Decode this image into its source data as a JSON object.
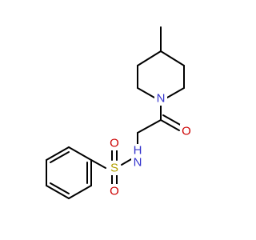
{
  "molecule": {
    "atoms": {
      "n_piperidine": {
        "label": "N",
        "color": "#3333cc"
      },
      "o_carbonyl": {
        "label": "O",
        "color": "#cc0000"
      },
      "n_sulfonamide": {
        "label": "H",
        "color": "#3333cc",
        "sublabel": "N"
      },
      "s_sulfonyl": {
        "label": "S",
        "color": "#b3a000"
      },
      "o_sulfonyl_top": {
        "label": "O",
        "color": "#cc0000"
      },
      "o_sulfonyl_bottom": {
        "label": "O",
        "color": "#cc0000"
      }
    },
    "bond_color": "#000000"
  }
}
